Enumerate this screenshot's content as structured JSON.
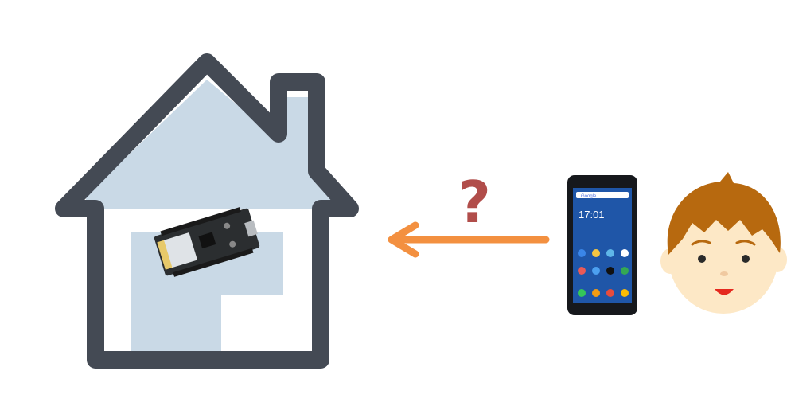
{
  "colors": {
    "house_outline": "#444a54",
    "house_fill": "#c9d9e6",
    "arrow": "#f39040",
    "question_mark": "#b14d4a",
    "phone_body": "#16181c",
    "phone_screen": "#1f56a8",
    "face_skin": "#fde8c6",
    "hair": "#b7690f",
    "mouth": "#e5291f",
    "board": "#2b2e30",
    "module": "#dfe3e7"
  },
  "icons": {
    "house": "house-outline-icon",
    "board": "esp8266-nodemcu-board",
    "arrow": "left-arrow-icon",
    "question": "question-mark-icon",
    "phone": "smartphone-icon",
    "person": "boy-face-icon"
  },
  "labels": {
    "question_mark": "?",
    "phone_time": "17:01",
    "search_word": "Google"
  }
}
